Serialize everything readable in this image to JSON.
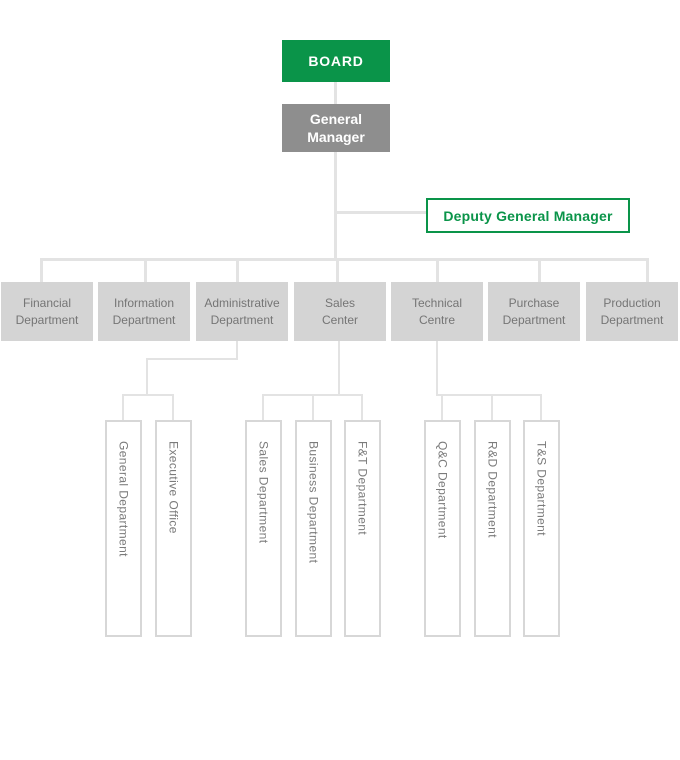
{
  "colors": {
    "green": "#0a9449",
    "manager_gray": "#8e8e8e",
    "dept_fill": "#d4d4d4",
    "dept_text": "#757575",
    "line": "#e3e3e3",
    "subbox_border": "#d7d7d7",
    "subbox_text": "#7b7b7b",
    "white": "#ffffff"
  },
  "nodes": {
    "board": {
      "label": "BOARD"
    },
    "general_manager": {
      "line1": "General",
      "line2": "Manager"
    },
    "deputy_general_manager": {
      "label": "Deputy General Manager"
    }
  },
  "departments": [
    {
      "line1": "Financial",
      "line2": "Department"
    },
    {
      "line1": "Information",
      "line2": "Department"
    },
    {
      "line1": "Administrative",
      "line2": "Department"
    },
    {
      "line1": "Sales",
      "line2": "Center"
    },
    {
      "line1": "Technical",
      "line2": "Centre"
    },
    {
      "line1": "Purchase",
      "line2": "Department"
    },
    {
      "line1": "Production",
      "line2": "Department"
    }
  ],
  "sub_departments": {
    "administrative": [
      "General Department",
      "Executive Office"
    ],
    "sales": [
      "Sales Department",
      "Business Department",
      "F&T Department"
    ],
    "technical": [
      "Q&C Department",
      "R&D Department",
      "T&S Department"
    ]
  }
}
